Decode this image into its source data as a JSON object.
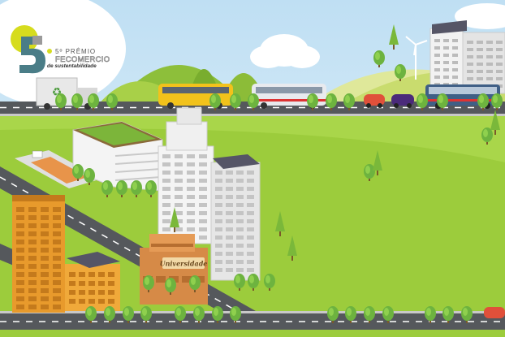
{
  "logo": {
    "number": "5",
    "edition": "5º PRÊMIO",
    "brand": "FECOMERCIO",
    "tagline": "de sustentabilidade"
  },
  "buildings": {
    "university_sign": "Universidade"
  },
  "colors": {
    "sky": "#cfe6f5",
    "grass": "#9ccc3c",
    "road": "#55585c",
    "orange": "#e89a2c",
    "logo_yellow": "#d6dc1e",
    "logo_teal": "#4a7d87"
  }
}
